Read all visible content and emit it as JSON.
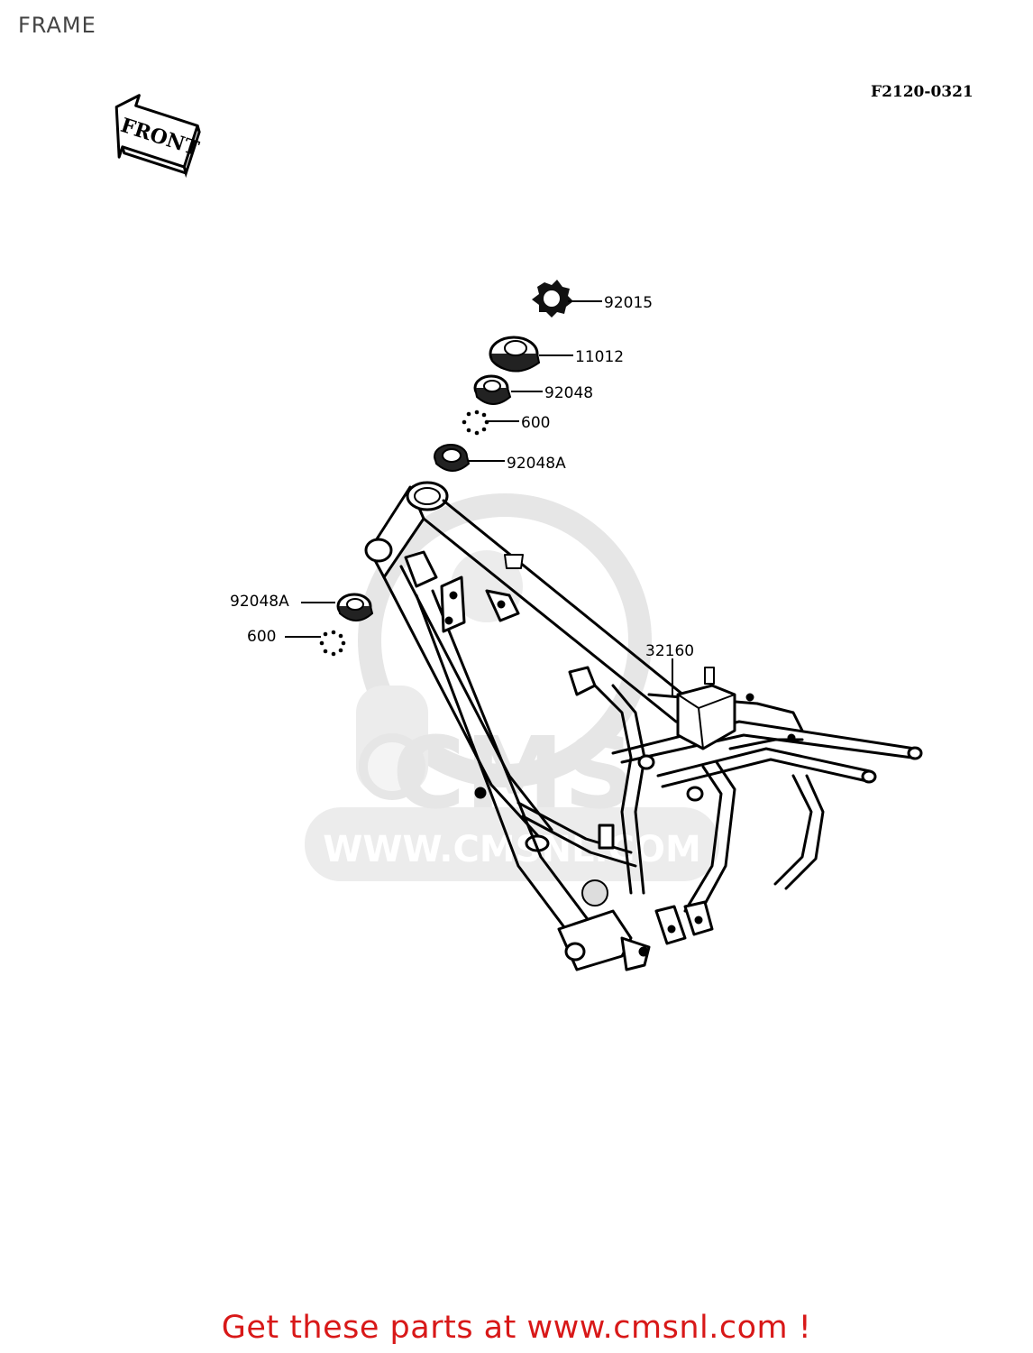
{
  "page": {
    "title": "FRAME",
    "diagram_code": "F2120-0321"
  },
  "front_arrow": {
    "label": "FRONT"
  },
  "watermark": {
    "logo_text": "CMS",
    "url_text": "WWW.CMSNL.COM",
    "color": "#e6e6e6"
  },
  "parts": [
    {
      "number": "92015"
    },
    {
      "number": "11012"
    },
    {
      "number": "92048"
    },
    {
      "number": "600"
    },
    {
      "number": "92048A"
    },
    {
      "number": "92048A"
    },
    {
      "number": "600"
    },
    {
      "number": "32160"
    }
  ],
  "footer": {
    "cta_text": "Get these parts at www.cmsnl.com !",
    "cta_color": "#d81818"
  }
}
